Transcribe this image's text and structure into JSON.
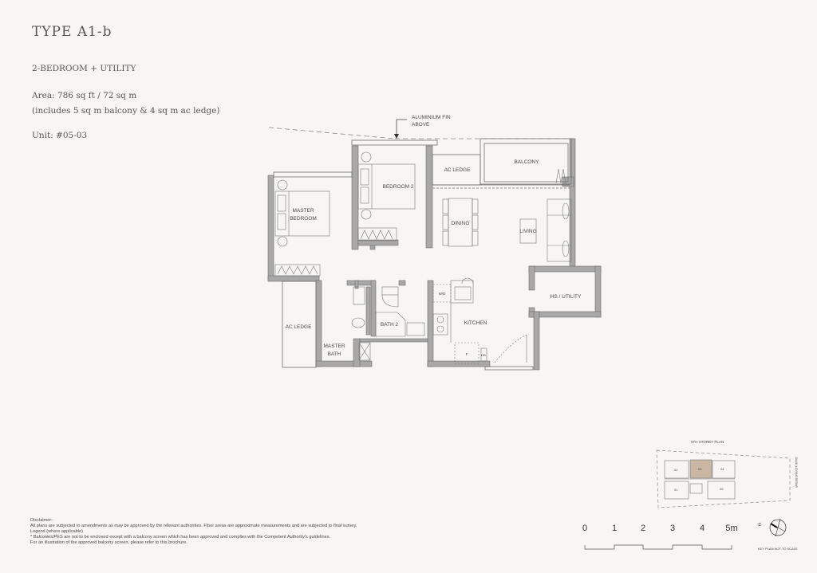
{
  "header": {
    "type_title": "TYPE  A1-b",
    "unit_type": "2-BEDROOM + UTILITY",
    "area_line1": "Area: 786 sq ft / 72 sq m",
    "area_line2": "(includes 5 sq m balcony & 4 sq m ac ledge)",
    "unit": "Unit: #05-03"
  },
  "floor_plan": {
    "annotation": [
      "ALUMINIUM FIN",
      "ABOVE"
    ],
    "rooms": {
      "master_bedroom": [
        "MASTER",
        "BEDROOM"
      ],
      "bedroom2": "BEDROOM 2",
      "ac_ledge_top": "AC LEDGE",
      "balcony": "BALCONY",
      "dining": "DINING",
      "living": "LIVING",
      "hs_utility": "HS / UTILITY",
      "ac_ledge_left": "AC LEDGE",
      "master_bath": [
        "MASTER",
        "BATH"
      ],
      "bath2": "BATH 2",
      "kitchen": "KITCHEN",
      "wd": "W/D",
      "fridge": "F",
      "db": "DB"
    },
    "colors": {
      "wall": "#a8a8a8",
      "line": "#6f6f6f",
      "highlight": "#c9b7a4"
    }
  },
  "key_plan": {
    "title": "5TH STOREY PLAN",
    "road": "JALAN LOYANG BESAR",
    "units": [
      "02",
      "03",
      "04",
      "01",
      "05"
    ],
    "highlighted_unit": "03",
    "note": "KEY PLAN NOT TO SCALE",
    "north": "N"
  },
  "scale_bar": {
    "ticks": [
      "0",
      "1",
      "2",
      "3",
      "4",
      "5m"
    ]
  },
  "disclaimer": {
    "heading": "Disclaimer:",
    "lines": [
      "All plans are subjected to amendments as may be approved by the relevant authorities. Floor areas are approximate measurements and are subjected to final survey.",
      "Legend (where applicable)",
      "* Balconies/PES are not to be enclosed except with a balcony screen which has been approved and complies with the Competent Authority's guidelines.",
      "For an illustration of the approved balcony screen, please refer to this brochure."
    ]
  }
}
